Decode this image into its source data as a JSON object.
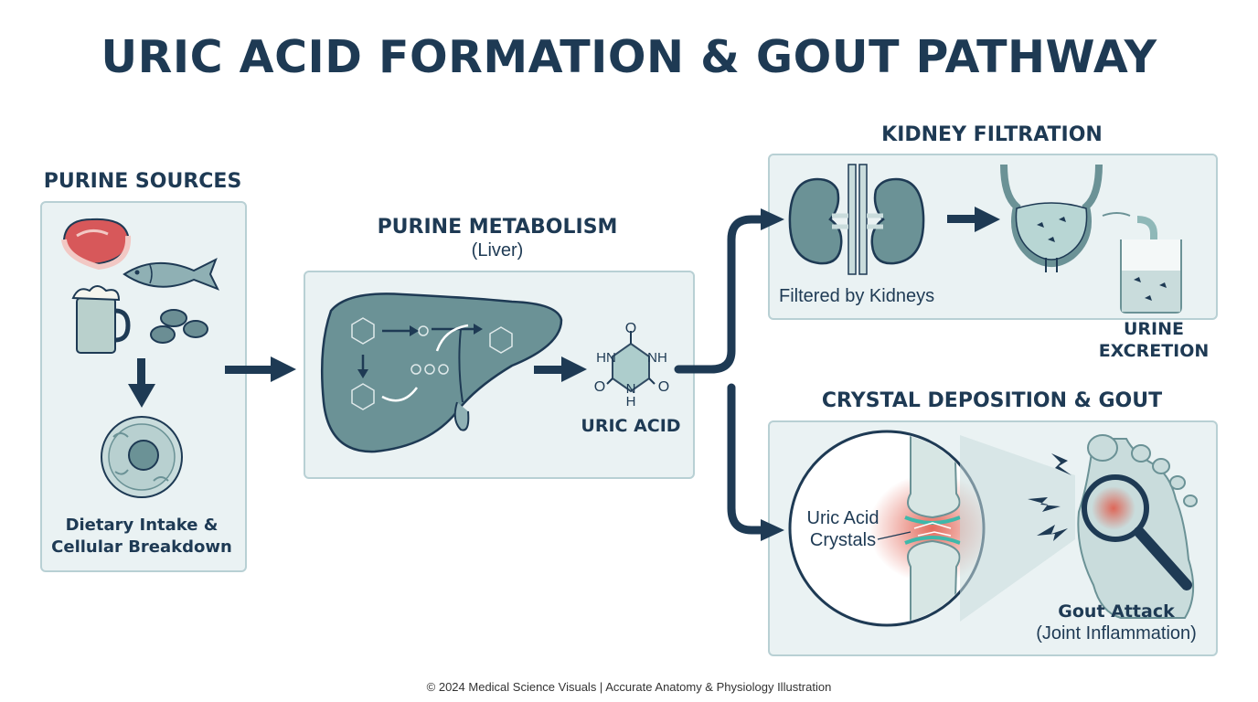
{
  "title": "URIC ACID FORMATION & GOUT PATHWAY",
  "sources": {
    "heading": "PURINE SOURCES",
    "caption_line1": "Dietary Intake &",
    "caption_line2": "Cellular Breakdown"
  },
  "metabolism": {
    "heading": "PURINE METABOLISM",
    "subheading": "(Liver)",
    "molecule_label": "URIC ACID",
    "atoms": {
      "o_top": "O",
      "hn_left": "HN",
      "nh_right": "NH",
      "o_left": "O",
      "o_right": "O",
      "n_bottom": "N",
      "h_bottom": "H"
    }
  },
  "kidney": {
    "heading": "KIDNEY FILTRATION",
    "caption": "Filtered by Kidneys",
    "excretion_line1": "URINE",
    "excretion_line2": "EXCRETION"
  },
  "gout": {
    "heading": "CRYSTAL DEPOSITION & GOUT",
    "crystals_line1": "Uric Acid",
    "crystals_line2": "Crystals",
    "attack_line1": "Gout Attack",
    "attack_line2": "(Joint Inflammation)"
  },
  "footer": "© 2024 Medical Science Visuals | Accurate Anatomy & Physiology Illustration",
  "colors": {
    "navy": "#1e3a54",
    "panel_bg": "#eaf2f3",
    "panel_border": "#b8d0d4",
    "organ": "#6b9296",
    "inflammation": "#e05a4a"
  }
}
